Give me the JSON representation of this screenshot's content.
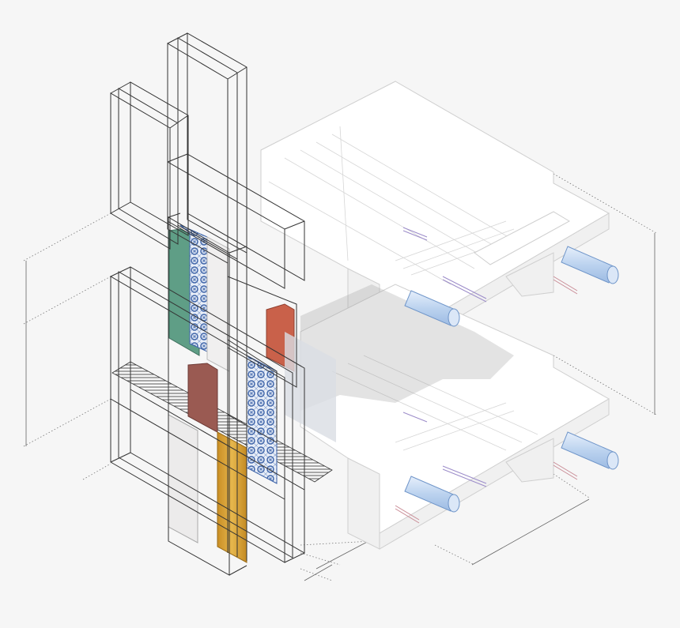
{
  "colors": {
    "background": "#f6f6f6",
    "frame_line": "#333333",
    "slab": "#ffffff",
    "slab_edge": "#cfcfcf",
    "green_marble": "#5f9e86",
    "blue_tile": "#3d63a8",
    "terracotta": "#c9614a",
    "brown_marble": "#9a5a52",
    "white_marble": "#ecebeb",
    "ochre_marble": "#d9a53a",
    "duct": "#bcd3ef",
    "duct_edge": "#6f95c9",
    "pipe_purple": "#9c8cc9",
    "pipe_red": "#c98c96"
  },
  "icons": [
    "steel-frame",
    "floor-slab",
    "cladding-panel",
    "ventilation-duct",
    "dimension-line"
  ]
}
